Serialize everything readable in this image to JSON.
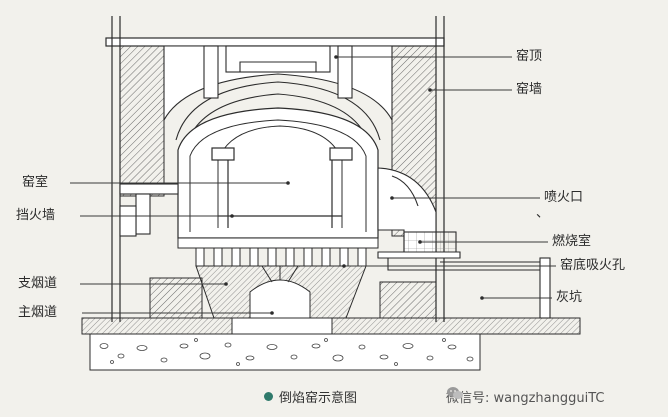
{
  "diagram": {
    "labels_right": [
      "窑顶",
      "窑墙",
      "喷火口",
      "、",
      "燃烧室",
      "窑底吸火孔",
      "灰坑"
    ],
    "labels_left": [
      "窑室",
      "挡火墙",
      "支烟道",
      "主烟道"
    ],
    "caption": "倒焰窑示意图",
    "watermark": "微信号: wangzhangguiTC",
    "colors": {
      "line": "#2c2c2c",
      "hatch": "#555555",
      "fill": "#ffffff",
      "background": "#f2f1ec",
      "caption_dot": "#2f7a6b"
    }
  }
}
